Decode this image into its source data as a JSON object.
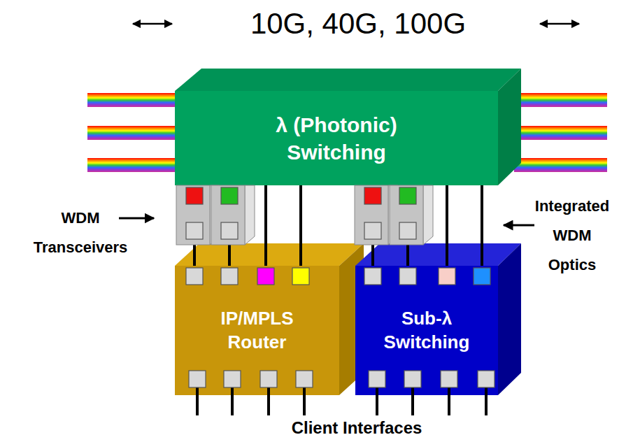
{
  "diagram": {
    "title": "10G, 40G, 100G",
    "nodes": [
      {
        "text": [
          "λ (Photonic) Switching"
        ]
      },
      {
        "text": [
          "IP/MPLS Router"
        ]
      },
      {
        "text": [
          "Sub-λ Switching"
        ]
      }
    ],
    "edges": [
      {
        "from": 1,
        "to": 0,
        "arrow": "none"
      },
      {
        "from": 1,
        "to": 0,
        "arrow": "none"
      },
      {
        "from": 1,
        "to": 0,
        "arrow": "none"
      },
      {
        "from": 1,
        "to": 0,
        "arrow": "none"
      },
      {
        "from": 2,
        "to": 0,
        "arrow": "none"
      },
      {
        "from": 2,
        "to": 0,
        "arrow": "none"
      },
      {
        "from": 2,
        "to": 0,
        "arrow": "none"
      },
      {
        "from": 2,
        "to": 0,
        "arrow": "none"
      }
    ],
    "labels": [
      "WDM Transceivers",
      "Integrated WDM Optics",
      "Client Interfaces"
    ]
  }
}
